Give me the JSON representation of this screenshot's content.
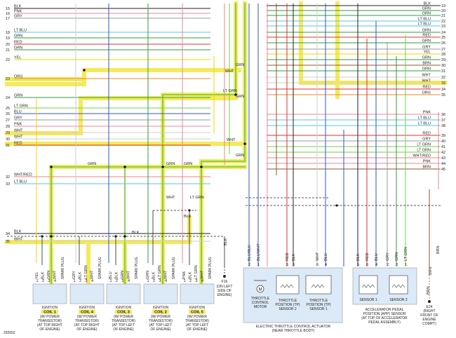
{
  "diagram_id": "292652",
  "left_wires": [
    {
      "pin": "15",
      "label": "BLK",
      "color": "#222222"
    },
    {
      "pin": "16",
      "label": "PNK",
      "color": "#e98a9b"
    },
    {
      "pin": "17",
      "label": "GRY",
      "color": "#9a9a9a"
    },
    {
      "pin": "18",
      "label": "LT BLU",
      "color": "#5bc0ee"
    },
    {
      "pin": "19",
      "label": "GRN",
      "color": "#2e9e3c"
    },
    {
      "pin": "20",
      "label": "RED",
      "color": "#e0302f"
    },
    {
      "pin": "21",
      "label": "GRN",
      "color": "#2e9e3c"
    },
    {
      "pin": "22",
      "label": "YEL",
      "color": "#f0d400"
    },
    {
      "pin": "23",
      "label": "ORG",
      "color": "#f08a1e"
    },
    {
      "pin": "24",
      "label": "GRN",
      "color": "#2e9e3c"
    },
    {
      "pin": "25",
      "label": "LT GRN",
      "color": "#6fd14a"
    },
    {
      "pin": "26",
      "label": "BLU",
      "color": "#2f55c8"
    },
    {
      "pin": "27",
      "label": "GRY",
      "color": "#9a9a9a"
    },
    {
      "pin": "28",
      "label": "PNK",
      "color": "#e98a9b"
    },
    {
      "pin": "29",
      "label": "WHT",
      "color": "#cfcfcf"
    },
    {
      "pin": "30",
      "label": "WHT",
      "color": "#cfcfcf"
    },
    {
      "pin": "31",
      "label": "RED",
      "color": "#e0302f"
    },
    {
      "pin": "32",
      "label": "WHT/RED",
      "color": "#e78686"
    },
    {
      "pin": "33",
      "label": "LT BLU",
      "color": "#5bc0ee"
    },
    {
      "pin": "34",
      "label": "BLK",
      "color": "#222222"
    },
    {
      "pin": "35",
      "label": "WHT",
      "color": "#cfcfcf"
    }
  ],
  "right_wires": [
    {
      "pin": "19",
      "label": "BLK",
      "color": "#222222"
    },
    {
      "pin": "20",
      "label": "GRN",
      "color": "#2e9e3c"
    },
    {
      "pin": "21",
      "label": "GRN",
      "color": "#2e9e3c"
    },
    {
      "pin": "22",
      "label": "LT BLU",
      "color": "#5bc0ee"
    },
    {
      "pin": "23",
      "label": "LT BLU",
      "color": "#5bc0ee"
    },
    {
      "pin": "24",
      "label": "GRN",
      "color": "#2e9e3c"
    },
    {
      "pin": "25",
      "label": "RED",
      "color": "#e0302f"
    },
    {
      "pin": "26",
      "label": "GRN",
      "color": "#2e9e3c"
    },
    {
      "pin": "27",
      "label": "GRY",
      "color": "#9a9a9a"
    },
    {
      "pin": "28",
      "label": "YEL",
      "color": "#f0d400"
    },
    {
      "pin": "29",
      "label": "GRN",
      "color": "#2e9e3c"
    },
    {
      "pin": "30",
      "label": "BRN",
      "color": "#8a5a2b"
    },
    {
      "pin": "31",
      "label": "GRN",
      "color": "#2e9e3c"
    },
    {
      "pin": "32",
      "label": "WHT",
      "color": "#cfcfcf"
    },
    {
      "pin": "33",
      "label": "WHT",
      "color": "#cfcfcf"
    },
    {
      "pin": "34",
      "label": "RED",
      "color": "#e0302f"
    },
    {
      "pin": "35",
      "label": "ORG",
      "color": "#f08a1e"
    },
    {
      "pin": "36",
      "label": "PNK",
      "color": "#e98a9b"
    },
    {
      "pin": "37",
      "label": "LT BLU",
      "color": "#5bc0ee"
    },
    {
      "pin": "38",
      "label": "LT BLU",
      "color": "#5bc0ee"
    },
    {
      "pin": "39",
      "label": "RED",
      "color": "#e0302f"
    },
    {
      "pin": "40",
      "label": "GRY",
      "color": "#9a9a9a"
    },
    {
      "pin": "41",
      "label": "LT GRN",
      "color": "#6fd14a"
    },
    {
      "pin": "42",
      "label": "LT GRN",
      "color": "#6fd14a"
    },
    {
      "pin": "43",
      "label": "WHT/RED",
      "color": "#e78686"
    },
    {
      "pin": "44",
      "label": "PNK",
      "color": "#e98a9b"
    },
    {
      "pin": "45",
      "label": "BRN",
      "color": "#8a5a2b"
    }
  ],
  "inner_labels": {
    "grn_a": "GRN",
    "wht_a": "WHT",
    "ltgrn_a": "LT GRN",
    "grn_b": "GRN",
    "wht_b": "WHT",
    "grn_c": "GRN",
    "grn_d": "GRN",
    "grn_e": "GRN",
    "grn_f": "GRN",
    "grn_g": "GRN",
    "wht_c": "WHT",
    "lt_grn_c": "LT GRN",
    "blk_a": "BLK",
    "blk_b": "BLK"
  },
  "coils": [
    {
      "wires": [
        "YEL",
        "BLK",
        "GRN",
        "WHT"
      ],
      "pins": [
        "1",
        "2",
        "3",
        "4"
      ],
      "title": "IGNITION",
      "coil": "COIL 1",
      "desc": [
        "(W/ POWER",
        "TRANSISTOR)",
        "(AT TOP RIGHT",
        "OF ENGINE)"
      ]
    },
    {
      "wires": [
        "GRY",
        "BLK",
        "LT GRN",
        "WHT"
      ],
      "pins": [
        "1",
        "2",
        "3",
        "4"
      ],
      "title": "IGNITION",
      "coil": "COIL 4",
      "desc": [
        "(W/ POWER",
        "TRANSISTOR)",
        "(AT TOP RIGHT",
        "OF ENGINE)"
      ]
    },
    {
      "wires": [
        "BLU",
        "BLK",
        "GRN",
        "WHT"
      ],
      "pins": [
        "1",
        "2",
        "3",
        "4"
      ],
      "title": "IGNITION",
      "coil": "COIL 3",
      "desc": [
        "(W/ POWER",
        "TRANSISTOR)",
        "(AT TOP LEFT",
        "OF ENGINE)"
      ]
    },
    {
      "wires": [
        "GRN",
        "BLK",
        "LT GRN",
        "WHT"
      ],
      "pins": [
        "1",
        "2",
        "3",
        "4"
      ],
      "title": "IGNITION",
      "coil": "COIL 2",
      "desc": [
        "(W/ POWER",
        "TRANSISTOR)",
        "(AT TOP LEFT",
        "OF ENGINE)"
      ]
    },
    {
      "wires": [
        "PNK",
        "BLK",
        "LT GRN",
        "WHT"
      ],
      "pins": [
        "1",
        "2",
        "3",
        "4"
      ],
      "title": "IGNITION",
      "coil": "COIL 5",
      "desc": [
        "(W/ POWER",
        "TRANSISTOR)",
        "(AT TOP LEFT",
        "OF ENGINE)"
      ]
    }
  ],
  "spark_plug": "SPARK PLUG",
  "f16": {
    "label": "F16",
    "desc": [
      "(ON LEFT",
      "SIDE OF",
      "ENGINE)"
    ],
    "wire": "BLK"
  },
  "throttle": {
    "wires": [
      "BLU/BLK",
      "BLU/WHT",
      "RED",
      "BLK",
      "WHT",
      "BLU"
    ],
    "pins": [
      "2",
      "1",
      "5",
      "3",
      "6",
      "4"
    ],
    "motor": "THROTTLE\nCONTROL\nMOTOR",
    "tp2": [
      "THROTTLE",
      "POSITION (TP)",
      "SENSOR 2"
    ],
    "tp1": [
      "THROTTLE",
      "POSITION (TP)",
      "SENSOR 1"
    ],
    "motor_lines": [
      "THROTTLE",
      "CONTROL",
      "MOTOR"
    ],
    "title": "ELECTRIC THROTTLE CONTROL ACTUATOR",
    "subtitle": "(NEAR THROTTLE BODY)"
  },
  "app": {
    "wires": [
      "BLK",
      "RED",
      "BLU",
      "GRY",
      "GRN",
      "LT GRN"
    ],
    "pins": [
      "5",
      "6",
      "4",
      "2",
      "3",
      "1"
    ],
    "sensor1": "SENSOR 1",
    "sensor2": "SENSOR 2",
    "desc": [
      "ACCELERATOR PEDAL",
      "POSITION (APP) SENSOR",
      "(AT TOP OF ACCELERATOR",
      "PEDAL ASSEMBLY)"
    ]
  },
  "e24": {
    "wire": "BRN",
    "label": "E24",
    "desc": [
      "(RIGHT",
      "FRONT OF",
      "ENGINE",
      "COMPT)"
    ]
  },
  "m_symbol": "M"
}
